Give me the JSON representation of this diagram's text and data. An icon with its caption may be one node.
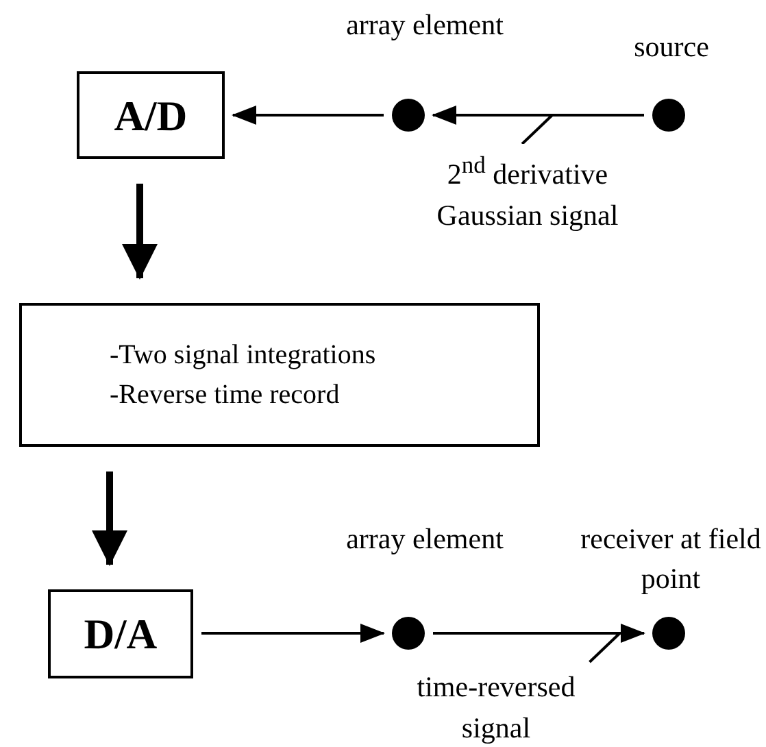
{
  "diagram": {
    "nodes": [
      {
        "text": [
          "A/D"
        ]
      },
      {
        "text": [],
        "shape": "circle",
        "beside": [
          "array element"
        ]
      },
      {
        "text": [],
        "shape": "circle",
        "beside": [
          "source"
        ]
      },
      {
        "text": [
          "-Two signal integrations",
          "-Reverse time record"
        ]
      },
      {
        "text": [
          "D/A"
        ]
      },
      {
        "text": [],
        "shape": "circle",
        "beside": [
          "array element"
        ]
      },
      {
        "text": [],
        "shape": "circle",
        "beside": [
          "receiver at field point"
        ]
      }
    ],
    "edges": [
      {
        "from": 2,
        "to": 1,
        "arrow": "to",
        "label": "2$^{nd}$ derivative Gaussian signal"
      },
      {
        "from": 1,
        "to": 0,
        "arrow": "to"
      },
      {
        "from": 0,
        "to": 3,
        "arrow": "to",
        "style": "thick"
      },
      {
        "from": 3,
        "to": 4,
        "arrow": "to",
        "style": "thick"
      },
      {
        "from": 4,
        "to": 5,
        "arrow": "to"
      },
      {
        "from": 5,
        "to": 6,
        "arrow": "to",
        "label": "time-reversed signal"
      }
    ]
  }
}
